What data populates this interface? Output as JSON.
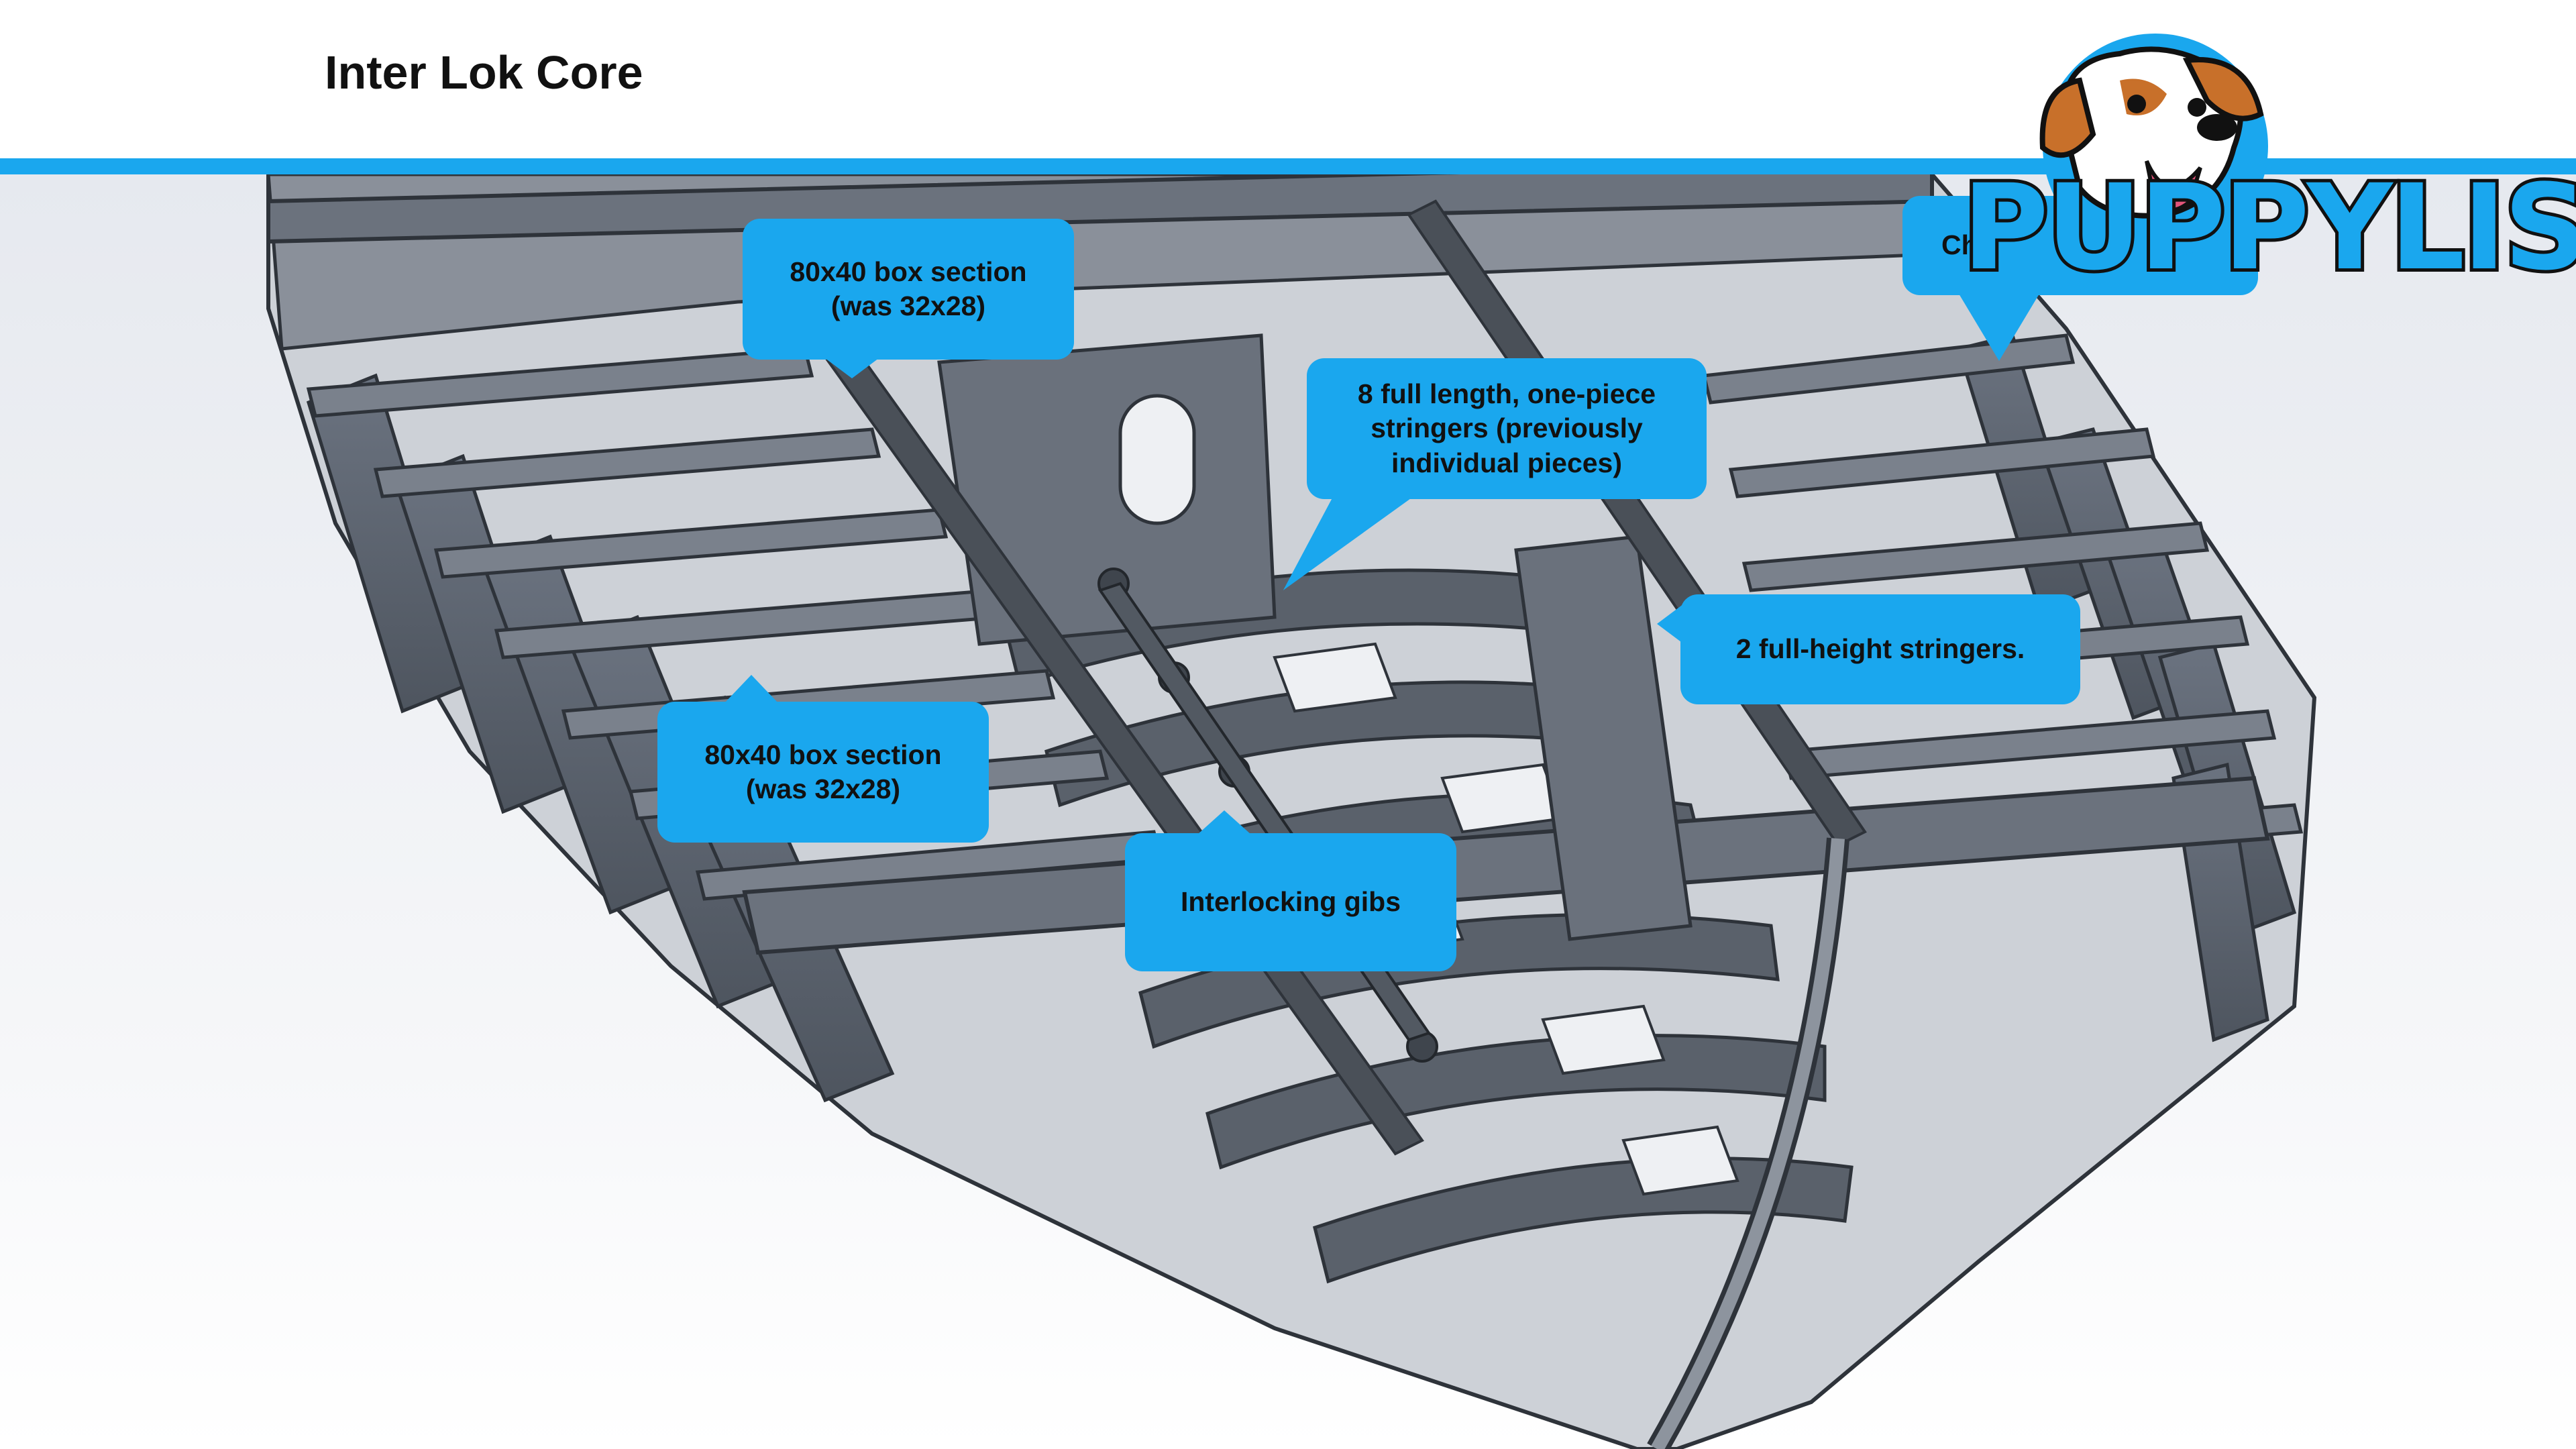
{
  "page": {
    "title": "Inter Lok Core"
  },
  "logo": {
    "text": "PUPPYLIST",
    "mascot": "dog-mascot-icon"
  },
  "colors": {
    "accent": "#1aa7ee",
    "frame_steel": "#5d6470",
    "frame_edge": "#2e333a",
    "background": "#ffffff"
  },
  "callouts": [
    {
      "id": "box-section-top",
      "text": "80x40 box section\n(was 32x28)"
    },
    {
      "id": "stringers-8",
      "text": "8 full length, one-piece\nstringers (previously\nindividual pieces)"
    },
    {
      "id": "stringers-2",
      "text": "2 full-height stringers."
    },
    {
      "id": "box-section-lower",
      "text": "80x40 box section\n(was 32x28)"
    },
    {
      "id": "gibs",
      "text": "Interlocking gibs"
    },
    {
      "id": "partial-top-right",
      "text": "Ch"
    }
  ]
}
